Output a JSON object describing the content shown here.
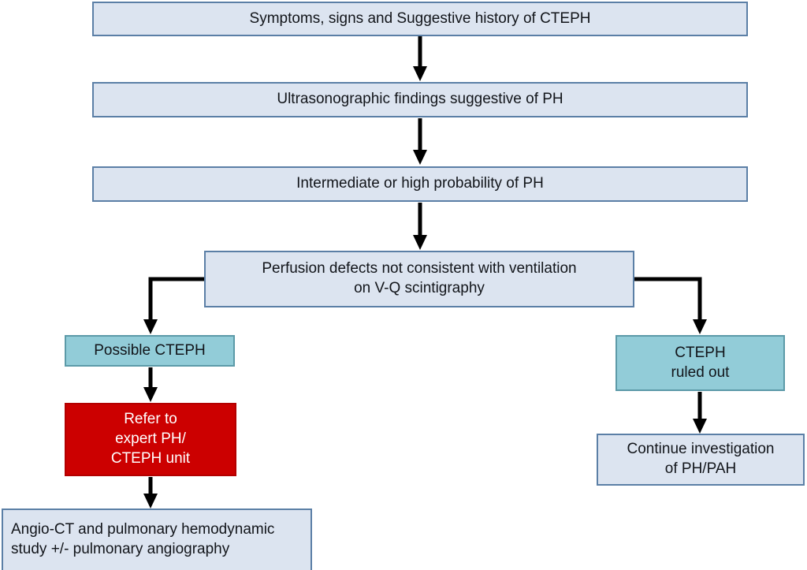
{
  "diagram": {
    "title": "CTEPH diagnostic algorithm flowchart",
    "colors": {
      "box_fill": "#dce4f0",
      "box_border": "#5b7fa6",
      "teal_fill": "#92ccd8",
      "teal_border": "#5c9aa8",
      "red_fill": "#cc0000",
      "red_border": "#b30000",
      "arrow": "#000000",
      "text": "#12151a",
      "red_text": "#ffffff",
      "background": "#ffffff"
    },
    "nodes": [
      {
        "id": "symptoms",
        "label": "Symptoms, signs and Suggestive history of CTEPH"
      },
      {
        "id": "ultrasound",
        "label": "Ultrasonographic findings suggestive of PH"
      },
      {
        "id": "probability",
        "label": "Intermediate or high probability of PH"
      },
      {
        "id": "perfusion",
        "label": "Perfusion defects not consistent with ventilation\non V-Q scintigraphy"
      },
      {
        "id": "possible-cteph",
        "label": "Possible CTEPH"
      },
      {
        "id": "refer",
        "label": "Refer to\nexpert PH/\nCTEPH unit"
      },
      {
        "id": "angio-ct",
        "label": "Angio-CT and pulmonary hemodynamic\nstudy +/- pulmonary angiography"
      },
      {
        "id": "ruled-out",
        "label": "CTEPH\nruled out"
      },
      {
        "id": "continue",
        "label": "Continue investigation\nof PH/PAH"
      }
    ],
    "edges": [
      {
        "from": "symptoms",
        "to": "ultrasound",
        "kind": "straight-down"
      },
      {
        "from": "ultrasound",
        "to": "probability",
        "kind": "straight-down"
      },
      {
        "from": "probability",
        "to": "perfusion",
        "kind": "straight-down"
      },
      {
        "from": "perfusion",
        "to": "possible-cteph",
        "kind": "elbow-left"
      },
      {
        "from": "perfusion",
        "to": "ruled-out",
        "kind": "elbow-right"
      },
      {
        "from": "possible-cteph",
        "to": "refer",
        "kind": "straight-down"
      },
      {
        "from": "refer",
        "to": "angio-ct",
        "kind": "straight-down"
      },
      {
        "from": "ruled-out",
        "to": "continue",
        "kind": "straight-down"
      }
    ]
  }
}
